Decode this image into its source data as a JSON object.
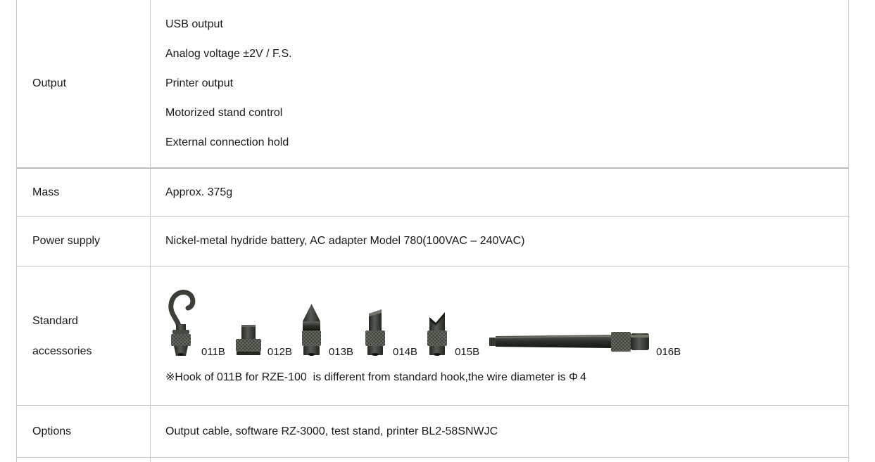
{
  "table": {
    "rows": {
      "output": {
        "label": "Output",
        "items": [
          "USB output",
          "Analog voltage ±2V / F.S.",
          "Printer output",
          "Motorized stand control",
          "External connection hold"
        ]
      },
      "mass": {
        "label": "Mass",
        "value": "Approx. 375g"
      },
      "power_supply": {
        "label": "Power supply",
        "value": "Nickel-metal hydride battery, AC adapter Model 780(100VAC – 240VAC)"
      },
      "standard_accessories": {
        "label_line1": "Standard",
        "label_line2": "accessories",
        "accessories": [
          {
            "id": "011B",
            "icon": "hook-accessory"
          },
          {
            "id": "012B",
            "icon": "flat-button-accessory"
          },
          {
            "id": "013B",
            "icon": "cone-point-accessory"
          },
          {
            "id": "014B",
            "icon": "chisel-accessory"
          },
          {
            "id": "015B",
            "icon": "notched-head-accessory"
          },
          {
            "id": "016B",
            "icon": "extension-rod-accessory"
          }
        ],
        "note": "※Hook of 011B for RZE-100  is different from standard hook,the wire diameter is Φ 4"
      },
      "options": {
        "label": "Options",
        "value": "Output cable, software RZ-3000, test stand, printer BL2-58SNWJC"
      }
    }
  },
  "colors": {
    "border": "#c9c9c9",
    "border_thick": "#bdbdbd",
    "text": "#1a1a1a",
    "metal_dark": "#2f342e",
    "metal_mid": "#555a52",
    "metal_light": "#8b9088",
    "background": "#ffffff"
  }
}
